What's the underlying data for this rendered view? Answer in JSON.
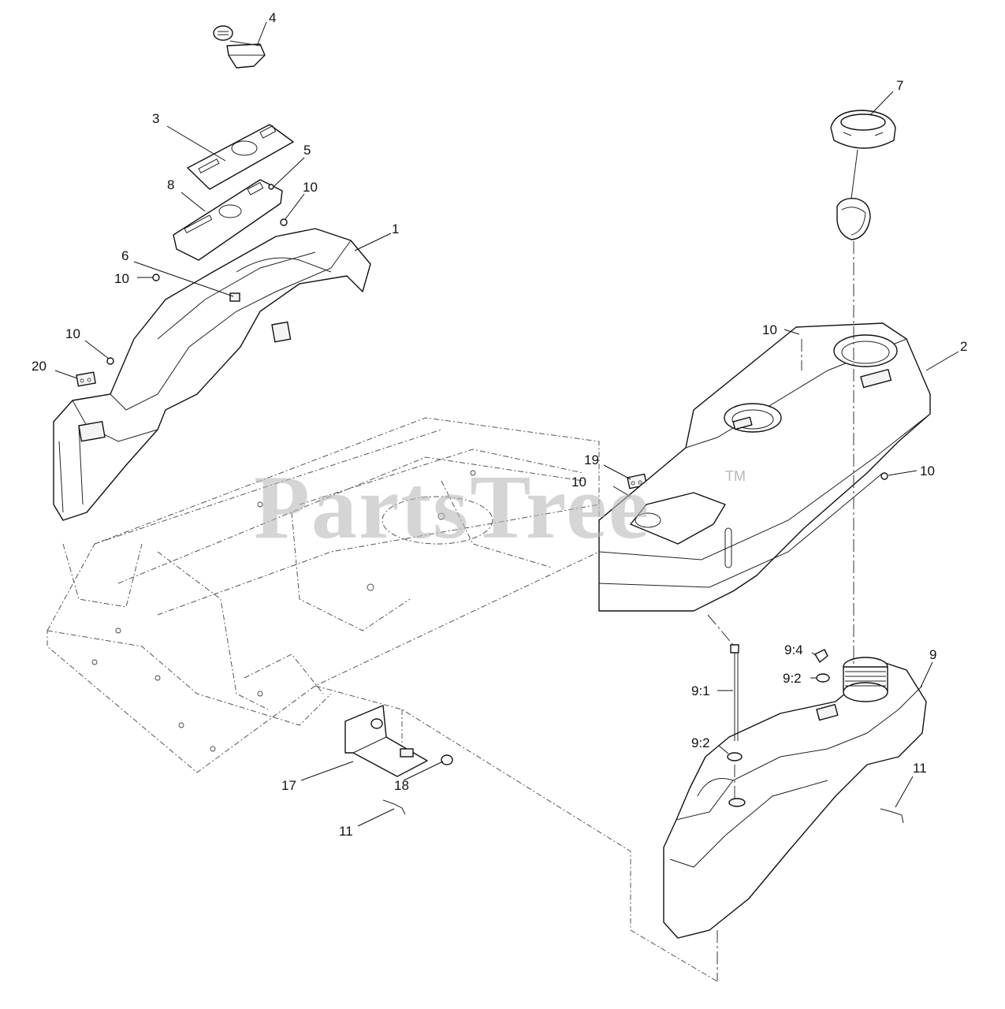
{
  "watermark": {
    "text": "PartsTree",
    "mark": "TM"
  },
  "callouts": [
    {
      "id": "c4",
      "text": "4"
    },
    {
      "id": "c3",
      "text": "3"
    },
    {
      "id": "c8",
      "text": "8"
    },
    {
      "id": "c5",
      "text": "5"
    },
    {
      "id": "c10a",
      "text": "10"
    },
    {
      "id": "c1",
      "text": "1"
    },
    {
      "id": "c6",
      "text": "6"
    },
    {
      "id": "c10b",
      "text": "10"
    },
    {
      "id": "c10c",
      "text": "10"
    },
    {
      "id": "c20",
      "text": "20"
    },
    {
      "id": "c7",
      "text": "7"
    },
    {
      "id": "c10d",
      "text": "10"
    },
    {
      "id": "c2",
      "text": "2"
    },
    {
      "id": "c19",
      "text": "19"
    },
    {
      "id": "c10e",
      "text": "10"
    },
    {
      "id": "c10f",
      "text": "10"
    },
    {
      "id": "c9_4",
      "text": "9:4"
    },
    {
      "id": "c9",
      "text": "9"
    },
    {
      "id": "c9_2a",
      "text": "9:2"
    },
    {
      "id": "c9_1",
      "text": "9:1"
    },
    {
      "id": "c9_2b",
      "text": "9:2"
    },
    {
      "id": "c17",
      "text": "17"
    },
    {
      "id": "c18",
      "text": "18"
    },
    {
      "id": "c11a",
      "text": "11"
    },
    {
      "id": "c11b",
      "text": "11"
    }
  ]
}
